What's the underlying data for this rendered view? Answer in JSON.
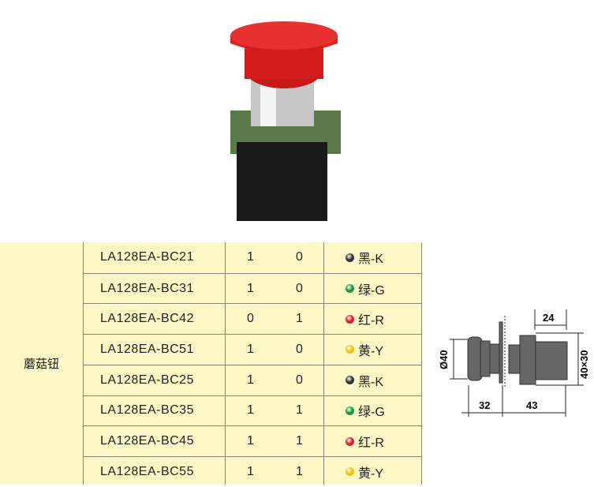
{
  "category": "蘑菇钮",
  "rows": [
    {
      "model": "LA128EA-BC21",
      "no": "1",
      "nc": "0",
      "color": "黑-K",
      "dot": "#333333"
    },
    {
      "model": "LA128EA-BC31",
      "no": "1",
      "nc": "0",
      "color": "绿-G",
      "dot": "#1a9a3a"
    },
    {
      "model": "LA128EA-BC42",
      "no": "0",
      "nc": "1",
      "color": "红-R",
      "dot": "#d8202a"
    },
    {
      "model": "LA128EA-BC51",
      "no": "1",
      "nc": "0",
      "color": "黄-Y",
      "dot": "#f2c010"
    },
    {
      "model": "LA128EA-BC25",
      "no": "1",
      "nc": "0",
      "color": "黑-K",
      "dot": "#333333"
    },
    {
      "model": "LA128EA-BC35",
      "no": "1",
      "nc": "1",
      "color": "绿-G",
      "dot": "#1a9a3a"
    },
    {
      "model": "LA128EA-BC45",
      "no": "1",
      "nc": "1",
      "color": "红-R",
      "dot": "#d8202a"
    },
    {
      "model": "LA128EA-BC55",
      "no": "1",
      "nc": "1",
      "color": "黄-Y",
      "dot": "#f2c010"
    }
  ],
  "dimensions": {
    "d_head": "Ø40",
    "body_size": "40×30",
    "width_24": "24",
    "front_32": "32",
    "rear_43": "43"
  }
}
